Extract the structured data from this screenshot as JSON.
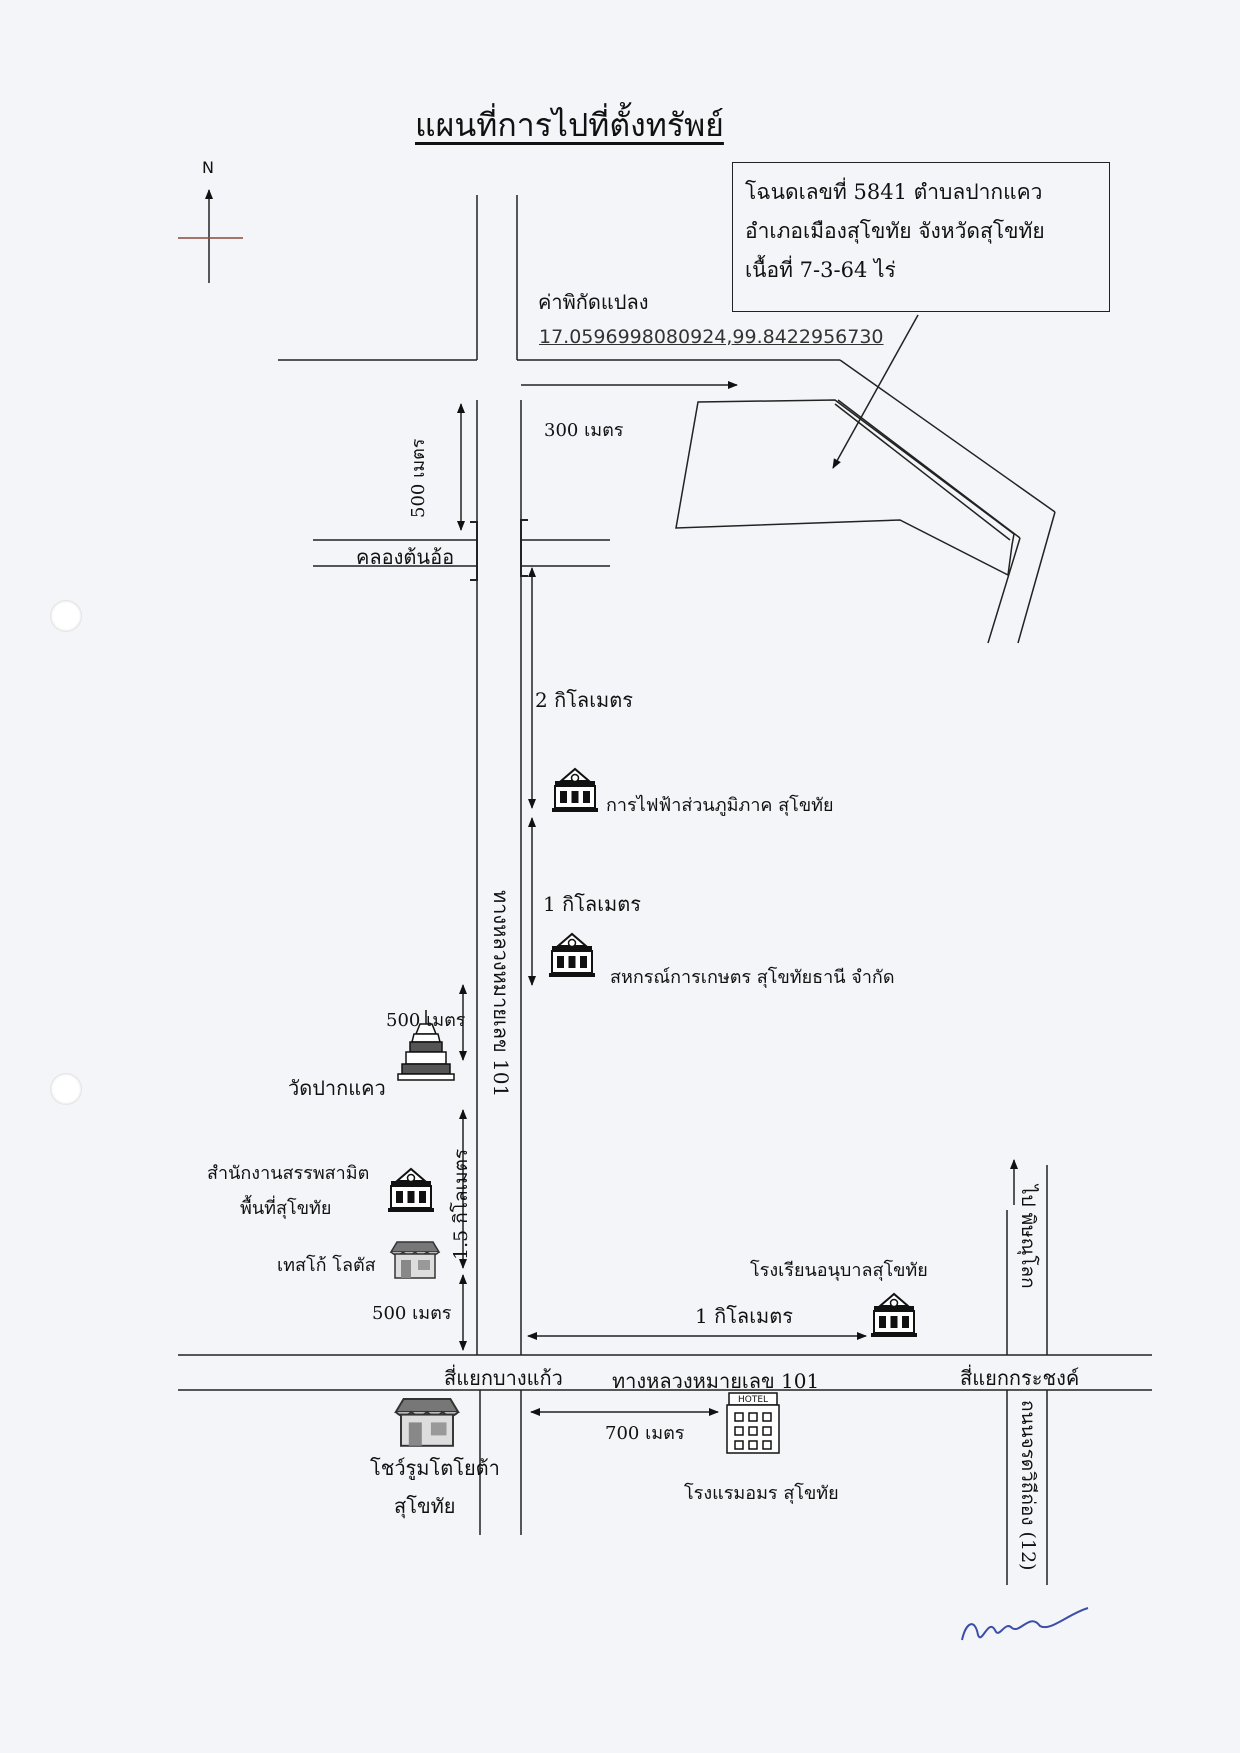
{
  "title": "แผนที่การไปที่ตั้งทรัพย์",
  "north_label": "N",
  "property_box": {
    "line1": "โฉนดเลขที่ 5841 ตำบลปากแคว",
    "line2": "อำเภอเมืองสุโขทัย จังหวัดสุโขทัย",
    "line3": "เนื้อที่ 7-3-64 ไร่"
  },
  "coordinates": {
    "label": "ค่าพิกัดแปลง",
    "value": "17.0596998080924,99.8422956730"
  },
  "distances": {
    "d300m": "300 เมตร",
    "d500m_top": "500 เมตร",
    "d2km": "2 กิโลเมตร",
    "d1km_mid": "1 กิโลเมตร",
    "d500m_mid": "500 เมตร",
    "d1_5km": "1.5 กิโลเมตร",
    "d500m_bottom": "500 เมตร",
    "d1km_east": "1 กิโลเมตร",
    "d700m": "700 เมตร"
  },
  "roads": {
    "canal": "คลองต้นอ้อ",
    "highway_vertical": "ทางหลวงหมายเลข 101",
    "highway_horizontal": "ทางหลวงหมายเลข 101",
    "to_phitsanulok": "ไป พิษณุโลก",
    "charot_withi_thong": "ถนนจรดวิถีถ่อง (12)"
  },
  "junctions": {
    "bang_kaeo": "สี่แยกบางแก้ว",
    "krachong": "สี่แยกกระชงค์"
  },
  "landmarks": {
    "pea": "การไฟฟ้าส่วนภูมิภาค สุโขทัย",
    "coop": "สหกรณ์การเกษตร สุโขทัยธานี  จำกัด",
    "wat": "วัดปากแคว",
    "excise_line1": "สำนักงานสรรพสามิต",
    "excise_line2": "พื้นที่สุโขทัย",
    "tesco": "เทสโก้ โลตัส",
    "school": "โรงเรียนอนุบาลสุโขทัย",
    "toyota_line1": "โชว์รูมโตโยต้า",
    "toyota_line2": "สุโขทัย",
    "hotel": "โรงแรมอมร สุโขทัย",
    "hotel_sign": "HOTEL"
  },
  "icons": [
    "building-icon",
    "temple-icon",
    "shop-icon",
    "hotel-icon",
    "north-arrow-icon"
  ]
}
